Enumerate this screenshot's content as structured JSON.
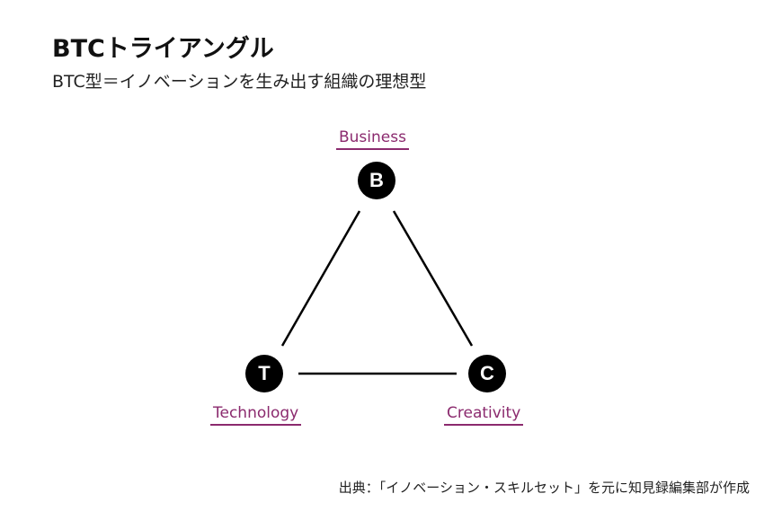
{
  "title": "BTCトライアングル",
  "subtitle": "BTC型＝イノベーションを生み出す組織の理想型",
  "nodes": {
    "business": {
      "letter": "B",
      "label": "Business"
    },
    "technology": {
      "letter": "T",
      "label": "Technology"
    },
    "creativity": {
      "letter": "C",
      "label": "Creativity"
    }
  },
  "source": "出典：「イノベーション・スキルセット」を元に知見録編集部が作成",
  "colors": {
    "label": "#8b2a6e",
    "node": "#000000"
  }
}
